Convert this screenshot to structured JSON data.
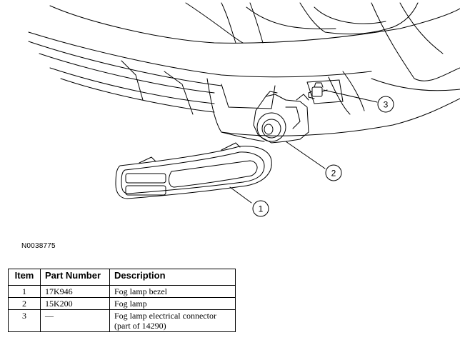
{
  "figure_id": "N0038775",
  "callouts": [
    "1",
    "2",
    "3"
  ],
  "table": {
    "headers": {
      "item": "Item",
      "part_number": "Part Number",
      "description": "Description"
    },
    "rows": [
      {
        "item": "1",
        "part_number": "17K946",
        "description": "Fog lamp bezel"
      },
      {
        "item": "2",
        "part_number": "15K200",
        "description": "Fog lamp"
      },
      {
        "item": "3",
        "part_number": "—",
        "description": "Fog lamp electrical connector (part of 14290)"
      }
    ]
  }
}
